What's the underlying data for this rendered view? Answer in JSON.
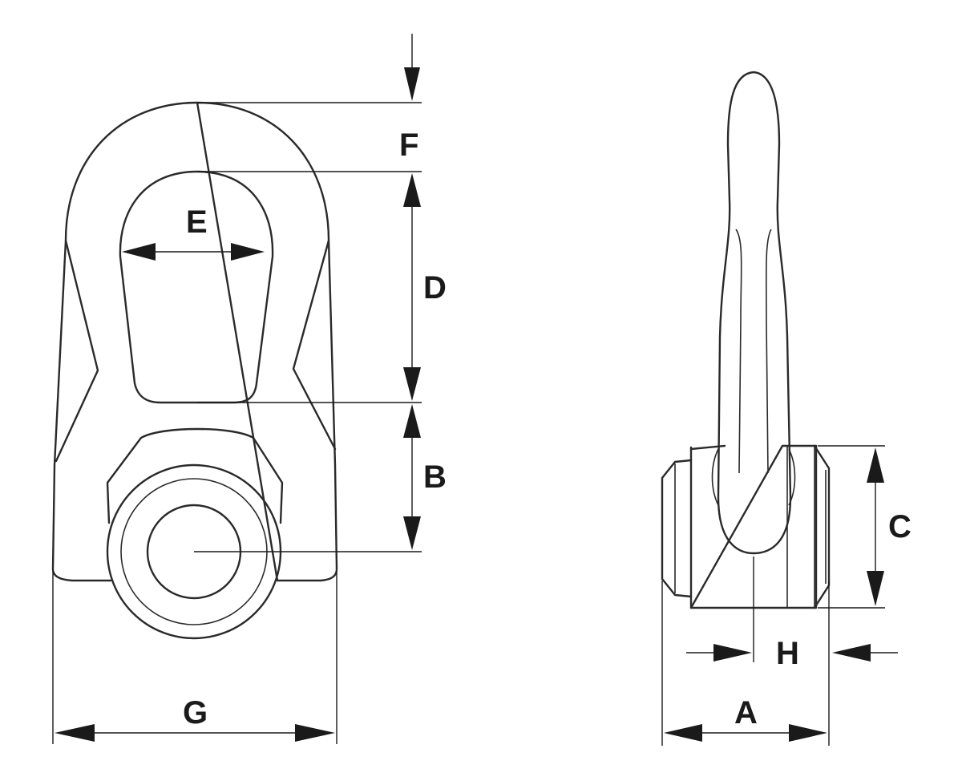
{
  "diagram": {
    "front_view": {
      "labels": {
        "F": "F",
        "E": "E",
        "D": "D",
        "B": "B",
        "G": "G"
      }
    },
    "side_view": {
      "labels": {
        "C": "C",
        "H": "H",
        "A": "A"
      }
    },
    "colors": {
      "line": "#2a2a2a",
      "background": "#ffffff"
    }
  }
}
